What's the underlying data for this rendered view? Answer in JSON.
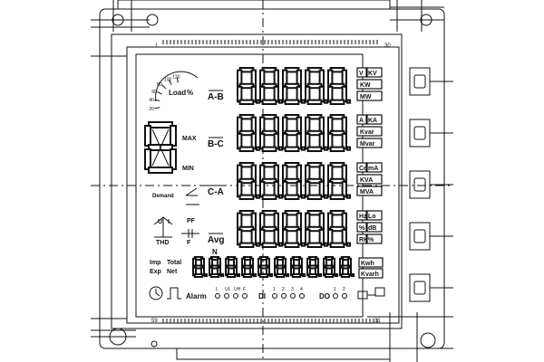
{
  "edge_labels": {
    "pin_top_left": "1",
    "pin_top_right": "30",
    "pin_bottom_left": "59",
    "pin_bottom_right": "31"
  },
  "load_gauge": {
    "ticks": [
      "20",
      "40",
      "60",
      "80",
      "100",
      "120"
    ],
    "label": "Load",
    "unit": "%"
  },
  "rows": [
    {
      "label": "A-B",
      "units": [
        [
          "V",
          "KV"
        ],
        [
          "KW"
        ],
        [
          "MW"
        ]
      ]
    },
    {
      "label": "B-C",
      "units": [
        [
          "A",
          "KA"
        ],
        [
          "Kvar"
        ],
        [
          "Mvar"
        ]
      ]
    },
    {
      "label": "C-A",
      "units": [
        [
          "Co",
          "mA"
        ],
        [
          "KVA"
        ],
        [
          "MVA"
        ]
      ]
    },
    {
      "label": "Avg",
      "sublabel": "N",
      "units": [
        [
          "Hz",
          "Lo"
        ],
        [
          "%",
          "dB"
        ],
        [
          "RH",
          "%"
        ]
      ]
    }
  ],
  "side": {
    "max": "MAX",
    "min": "MIN",
    "demand": "Demand",
    "thd": "THD",
    "pf": "PF",
    "f": "F"
  },
  "energy": {
    "imp": "Imp",
    "total": "Total",
    "exp": "Exp",
    "net": "Net",
    "units": [
      "Kwh",
      "Kvarh"
    ]
  },
  "bottom": {
    "alarm": "Alarm",
    "alarm_flags": [
      "L",
      "UL",
      "UH",
      "F"
    ],
    "di": "DI",
    "di_channels": [
      "1",
      "2",
      "3",
      "4"
    ],
    "do": "DO",
    "do_channels": [
      "1",
      "2"
    ]
  },
  "button_count": 5
}
